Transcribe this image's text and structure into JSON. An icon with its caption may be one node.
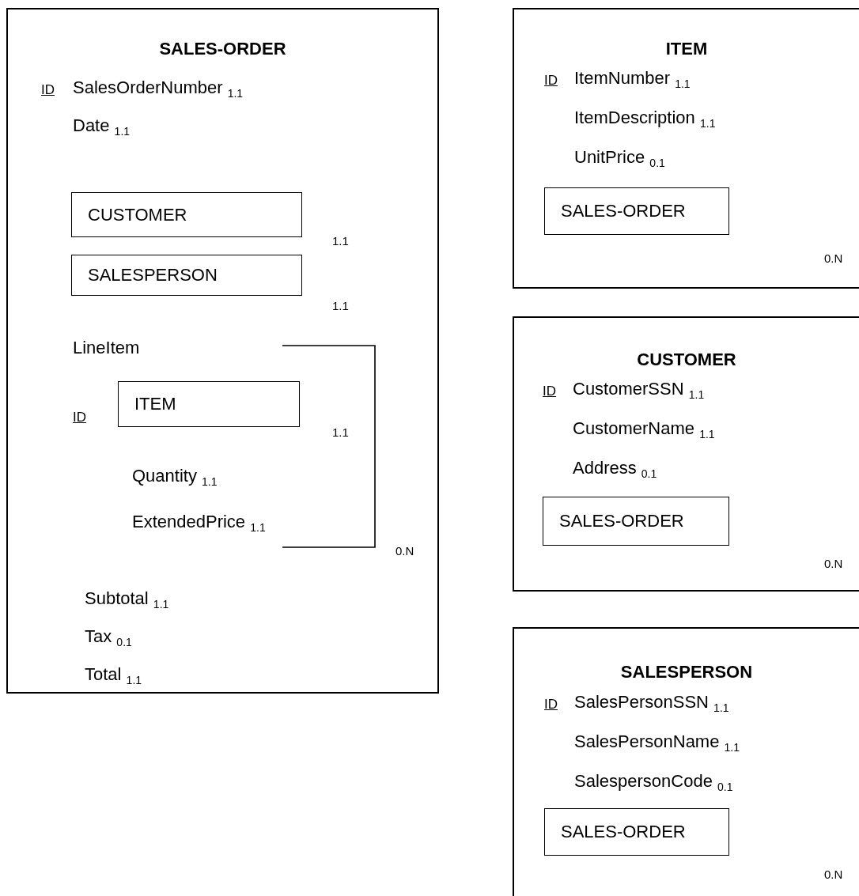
{
  "diagram": {
    "nodes": [
      {
        "text": [
          "SALES-ORDER",
          "ID",
          "SalesOrderNumber $_{1.1}$",
          "Date $_{1.1}$",
          "LineItem",
          "ID",
          "Quantity $_{1.1}$",
          "ExtendedPrice $_{1.1}$",
          "0.N",
          "Subtotal $_{1.1}$",
          "Tax $_{0.1}$",
          "Total $_{1.1}$"
        ]
      },
      {
        "text": [
          "CUSTOMER"
        ],
        "in": 0,
        "beside": [
          "1.1"
        ]
      },
      {
        "text": [
          "SALESPERSON"
        ],
        "in": 0,
        "beside": [
          "1.1"
        ]
      },
      {
        "text": [
          "ITEM"
        ],
        "in": 0,
        "beside": [
          "1.1"
        ]
      },
      {
        "text": [
          "ITEM",
          "ID",
          "ItemNumber $_{1.1}$",
          "ItemDescription $_{1.1}$",
          "UnitPrice $_{0.1}$",
          "0.N"
        ]
      },
      {
        "text": [
          "SALES-ORDER"
        ],
        "in": 4
      },
      {
        "text": [
          "CUSTOMER",
          "ID",
          "CustomerSSN $_{1.1}$",
          "CustomerName $_{1.1}$",
          "Address $_{0.1}$",
          "0.N"
        ]
      },
      {
        "text": [
          "SALES-ORDER"
        ],
        "in": 6
      },
      {
        "text": [
          "SALESPERSON",
          "ID",
          "SalesPersonSSN $_{1.1}$",
          "SalesPersonName $_{1.1}$",
          "SalespersonCode $_{0.1}$",
          "0.N"
        ]
      },
      {
        "text": [
          "SALES-ORDER"
        ],
        "in": 8
      }
    ]
  }
}
